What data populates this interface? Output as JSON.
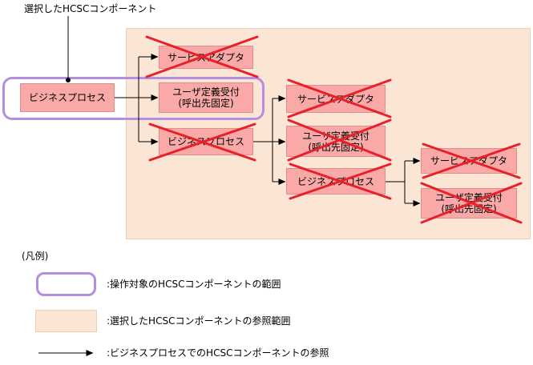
{
  "callout": {
    "label": "選択したHCSCコンポーネント"
  },
  "nodes": {
    "bp_root": {
      "line1": "ビジネスプロセス"
    },
    "sa_1": {
      "line1": "サービスアダプタ"
    },
    "ud_1": {
      "line1": "ユーザ定義受付",
      "line2": "(呼出先固定)"
    },
    "bp_2": {
      "line1": "ビジネスプロセス"
    },
    "sa_2": {
      "line1": "サービスアダプタ"
    },
    "ud_2": {
      "line1": "ユーザ定義受付",
      "line2": "(呼出先固定)"
    },
    "bp_3": {
      "line1": "ビジネスプロセス"
    },
    "sa_3": {
      "line1": "サービスアダプタ"
    },
    "ud_3": {
      "line1": "ユーザ定義受付",
      "line2": "(呼出先固定)"
    }
  },
  "legend": {
    "title": "(凡例)",
    "operation_target": ":操作対象のHCSCコンポーネントの範囲",
    "reference_scope": ":選択したHCSCコンポーネントの参照範囲",
    "reference_arrow": ":ビジネスプロセスでのHCSCコンポーネントの参照"
  },
  "colors": {
    "node_fill": "#f9aaa8",
    "scope_fill": "#fbe6d5",
    "selection_border": "#b48ee0",
    "cross": "#e8202a"
  }
}
